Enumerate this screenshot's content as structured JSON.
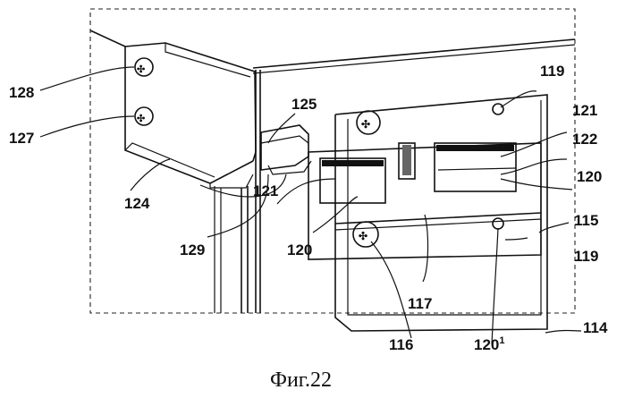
{
  "labels": {
    "l128": "128",
    "l127": "127",
    "l124": "124",
    "l125": "125",
    "l129": "129",
    "l121a": "121",
    "l120a": "120",
    "l119a": "119",
    "l121b": "121",
    "l122": "122",
    "l120b": "120",
    "l115": "115",
    "l119b": "119",
    "l114": "114",
    "l117": "117",
    "l116": "116",
    "l120_base": "120",
    "l120_sup": "1"
  },
  "caption": "Фиг.22"
}
